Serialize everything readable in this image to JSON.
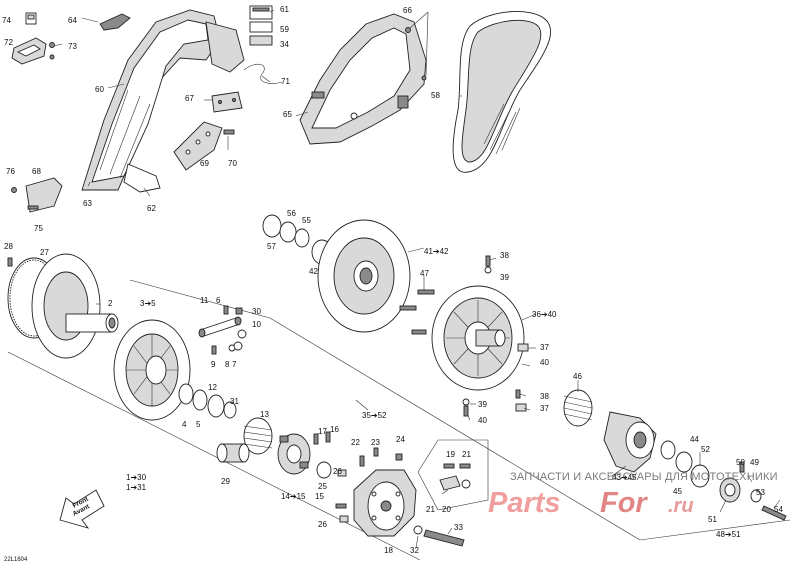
{
  "diagram": {
    "reference_code": "22L1604",
    "front_arrow_text": [
      "Front",
      "Avant"
    ],
    "watermark": {
      "tagline": "ЗАПЧАСТИ И АКСЕССУАРЫ ДЛЯ МОТОТЕХНИКИ",
      "brand_left": "Parts",
      "brand_right": "For",
      "brand_suffix": ".ru"
    },
    "callouts": [
      "74",
      "72",
      "73",
      "64",
      "61",
      "59",
      "34",
      "66",
      "60",
      "71",
      "58",
      "67",
      "65",
      "69",
      "70",
      "76",
      "68",
      "75",
      "63",
      "62",
      "56",
      "55",
      "57",
      "42",
      "41➔42",
      "38",
      "39",
      "47",
      "28",
      "27",
      "2",
      "3➔5",
      "11",
      "6",
      "30",
      "10",
      "9",
      "8",
      "7",
      "36➔40",
      "37",
      "40",
      "4",
      "5",
      "12",
      "31",
      "46",
      "39",
      "40",
      "38",
      "37",
      "13",
      "35➔52",
      "17",
      "16",
      "22",
      "23",
      "24",
      "44",
      "52",
      "50",
      "49",
      "53",
      "1➔30",
      "1➔31",
      "29",
      "14➔15",
      "15",
      "26",
      "25",
      "26",
      "19",
      "21",
      "43➔45",
      "45",
      "51",
      "54",
      "20",
      "21",
      "18",
      "32",
      "33",
      "48➔51"
    ]
  }
}
